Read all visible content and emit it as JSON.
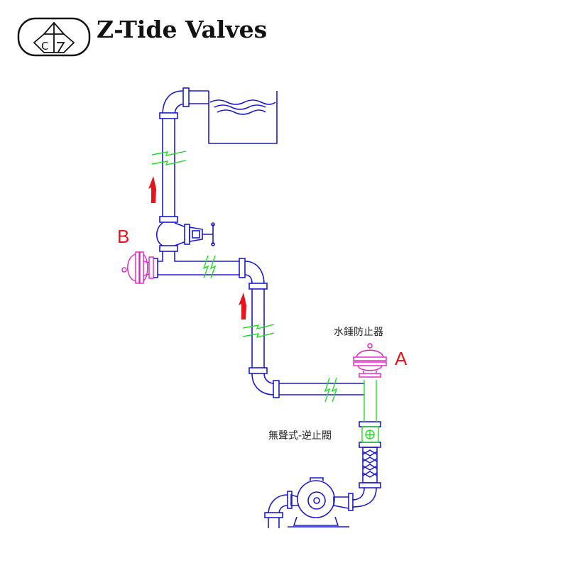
{
  "header": {
    "brand_name": "Z-Tide Valves",
    "logo_letters": "CTZ"
  },
  "diagram": {
    "label_a": "A",
    "label_b": "B",
    "device_a_name": "水錘防止器",
    "check_valve_name": "無聲式-逆止閥"
  },
  "colors": {
    "pipe": "#1a1ad0",
    "device": "#e020c8",
    "break_mark": "#22dd22",
    "arrow": "#e8141b"
  }
}
